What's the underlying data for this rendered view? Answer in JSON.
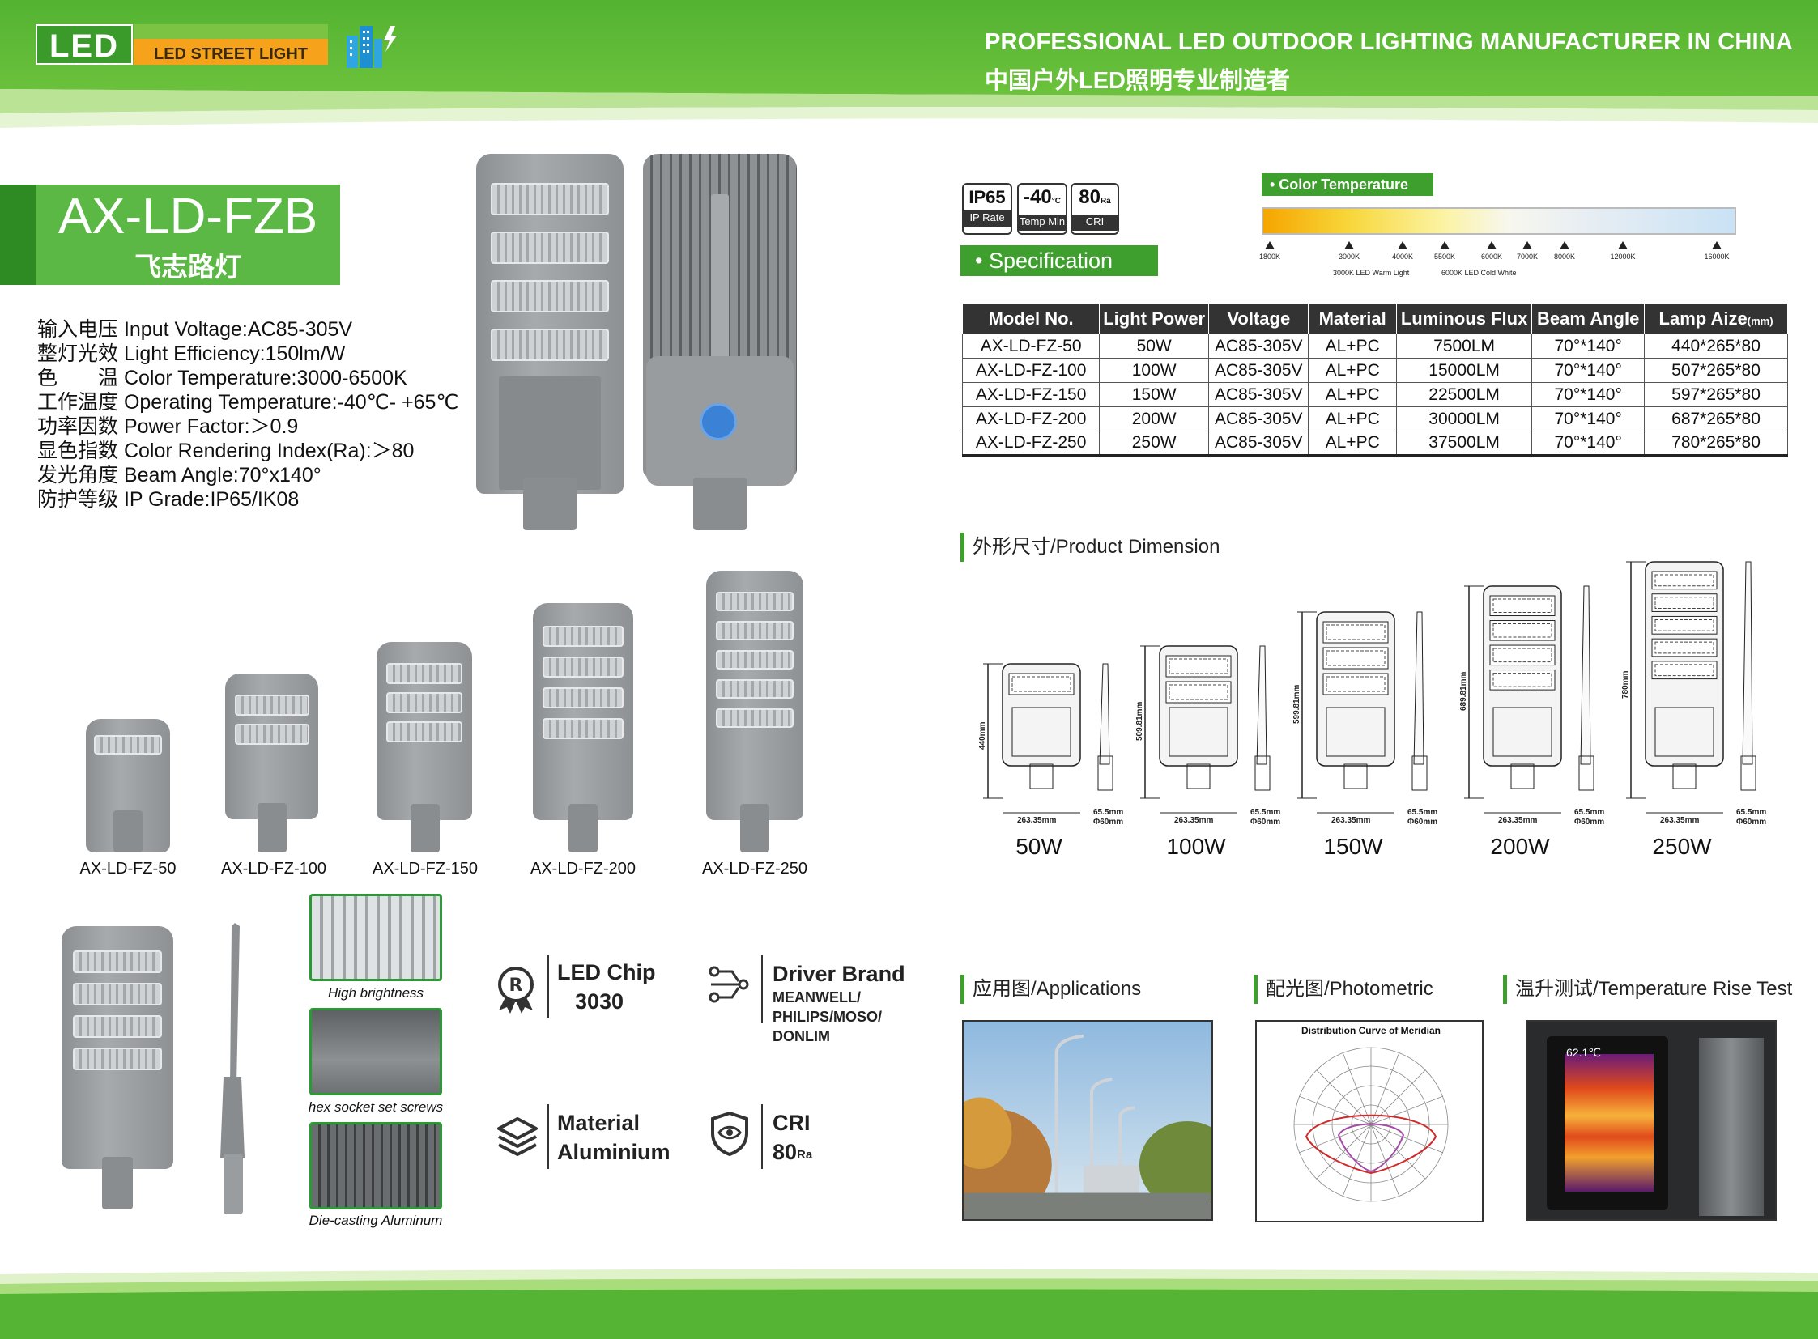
{
  "header": {
    "logo_led": "LED",
    "logo_sub": "LED STREET LIGHT",
    "tagline_en": "PROFESSIONAL LED OUTDOOR LIGHTING MANUFACTURER IN CHINA",
    "tagline_cn": "中国户外LED照明专业制造者"
  },
  "product": {
    "model": "AX-LD-FZB",
    "name_cn": "飞志路灯",
    "specs": [
      "输入电压 Input Voltage:AC85-305V",
      "整灯光效 Light Efficiency:150lm/W",
      "色　　温 Color Temperature:3000-6500K",
      "工作温度 Operating Temperature:-40℃- +65℃",
      "功率因数 Power Factor:＞0.9",
      "显色指数 Color Rendering Index(Ra):＞80",
      "发光角度 Beam Angle:70°x140°",
      "防护等级 IP Grade:IP65/IK08"
    ]
  },
  "variants": [
    "AX-LD-FZ-50",
    "AX-LD-FZ-100",
    "AX-LD-FZ-150",
    "AX-LD-FZ-200",
    "AX-LD-FZ-250"
  ],
  "features": {
    "photo_captions": [
      "High brightness",
      "hex socket set screws",
      "Die-casting Aluminum"
    ],
    "led_chip": {
      "title": "LED Chip",
      "value": "3030"
    },
    "driver": {
      "title": "Driver Brand",
      "lines": [
        "MEANWELL/",
        "PHILIPS/MOSO/",
        "DONLIM"
      ]
    },
    "material": {
      "title": "Material",
      "value": "Aluminium"
    },
    "cri": {
      "title": "CRI",
      "value": "80",
      "unit": "Ra"
    }
  },
  "badges": [
    {
      "big": "IP65",
      "small": "IP Rate"
    },
    {
      "big": "-40",
      "unit": "°C",
      "small": "Temp Min"
    },
    {
      "big": "80",
      "unit": "Ra",
      "small": "CRI"
    }
  ],
  "specification_label": "• Specification",
  "color_temperature": {
    "label": "• Color Temperature",
    "ticks": [
      "1800K",
      "3000K",
      "4000K",
      "5500K",
      "6000K",
      "7000K",
      "8000K",
      "12000K",
      "16000K"
    ],
    "warm_note": "3000K LED Warm Light",
    "cold_note": "6000K LED Cold White"
  },
  "table": {
    "headers": [
      "Model No.",
      "Light Power",
      "Voltage",
      "Material",
      "Luminous Flux",
      "Beam Angle",
      "Lamp Aize",
      "(mm)"
    ],
    "rows": [
      [
        "AX-LD-FZ-50",
        "50W",
        "AC85-305V",
        "AL+PC",
        "7500LM",
        "70°*140°",
        "440*265*80"
      ],
      [
        "AX-LD-FZ-100",
        "100W",
        "AC85-305V",
        "AL+PC",
        "15000LM",
        "70°*140°",
        "507*265*80"
      ],
      [
        "AX-LD-FZ-150",
        "150W",
        "AC85-305V",
        "AL+PC",
        "22500LM",
        "70°*140°",
        "597*265*80"
      ],
      [
        "AX-LD-FZ-200",
        "200W",
        "AC85-305V",
        "AL+PC",
        "30000LM",
        "70°*140°",
        "687*265*80"
      ],
      [
        "AX-LD-FZ-250",
        "250W",
        "AC85-305V",
        "AL+PC",
        "37500LM",
        "70°*140°",
        "780*265*80"
      ]
    ]
  },
  "dimension": {
    "heading": "外形尺寸/Product Dimension",
    "items": [
      {
        "watt": "50W",
        "height": "440mm",
        "width": "263.35mm",
        "depth": "65.5mm",
        "dia": "Φ60mm"
      },
      {
        "watt": "100W",
        "height": "509.81mm",
        "width": "263.35mm",
        "depth": "65.5mm",
        "dia": "Φ60mm"
      },
      {
        "watt": "150W",
        "height": "599.81mm",
        "width": "263.35mm",
        "depth": "65.5mm",
        "dia": "Φ60mm"
      },
      {
        "watt": "200W",
        "height": "689.81mm",
        "width": "263.35mm",
        "depth": "65.5mm",
        "dia": "Φ60mm"
      },
      {
        "watt": "250W",
        "height": "780mm",
        "width": "263.35mm",
        "depth": "65.5mm",
        "dia": "Φ60mm"
      }
    ]
  },
  "bottom": {
    "applications": "应用图/Applications",
    "photometric": "配光图/Photometric",
    "photometric_title": "Distribution Curve of Meridian",
    "temperature": "温升测试/Temperature Rise Test",
    "temp_reading": "62.1℃"
  },
  "colors": {
    "brand_green": "#3f9f2e",
    "orange": "#f6a21a",
    "dark": "#333333"
  }
}
